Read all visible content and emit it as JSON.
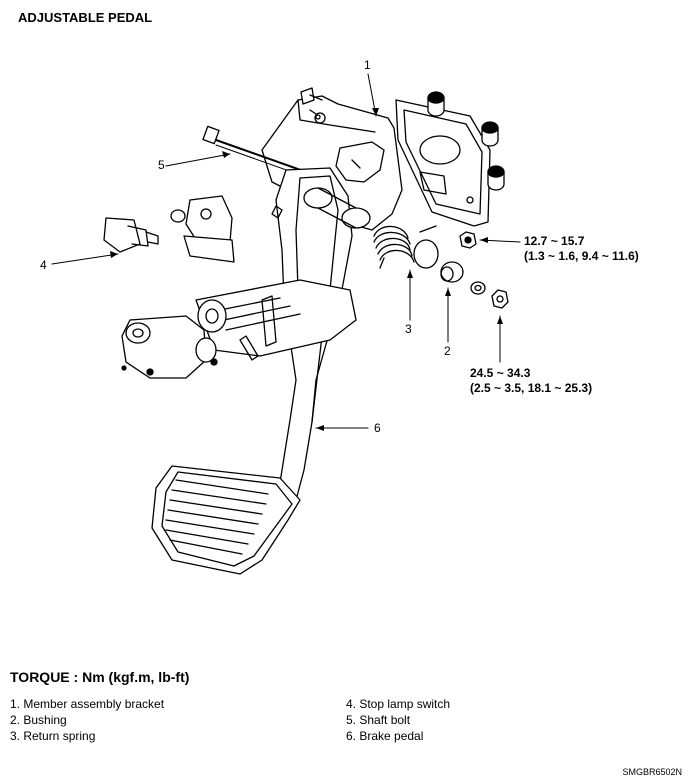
{
  "title": "ADJUSTABLE PEDAL",
  "callouts": [
    "1",
    "2",
    "3",
    "4",
    "5",
    "6"
  ],
  "torque_specs": {
    "upper": {
      "value": "12.7 ~ 15.7",
      "alt": "(1.3 ~ 1.6, 9.4 ~ 11.6)"
    },
    "lower": {
      "value": "24.5 ~ 34.3",
      "alt": "(2.5 ~ 3.5, 18.1 ~ 25.3)"
    }
  },
  "legend": {
    "title": "TORQUE : Nm (kgf.m, lb-ft)",
    "items": [
      "1. Member assembly bracket",
      "2. Bushing",
      "3. Return spring",
      "4. Stop lamp switch",
      "5. Shaft bolt",
      "6. Brake pedal"
    ]
  },
  "figure_code": "SMGBR6502N"
}
